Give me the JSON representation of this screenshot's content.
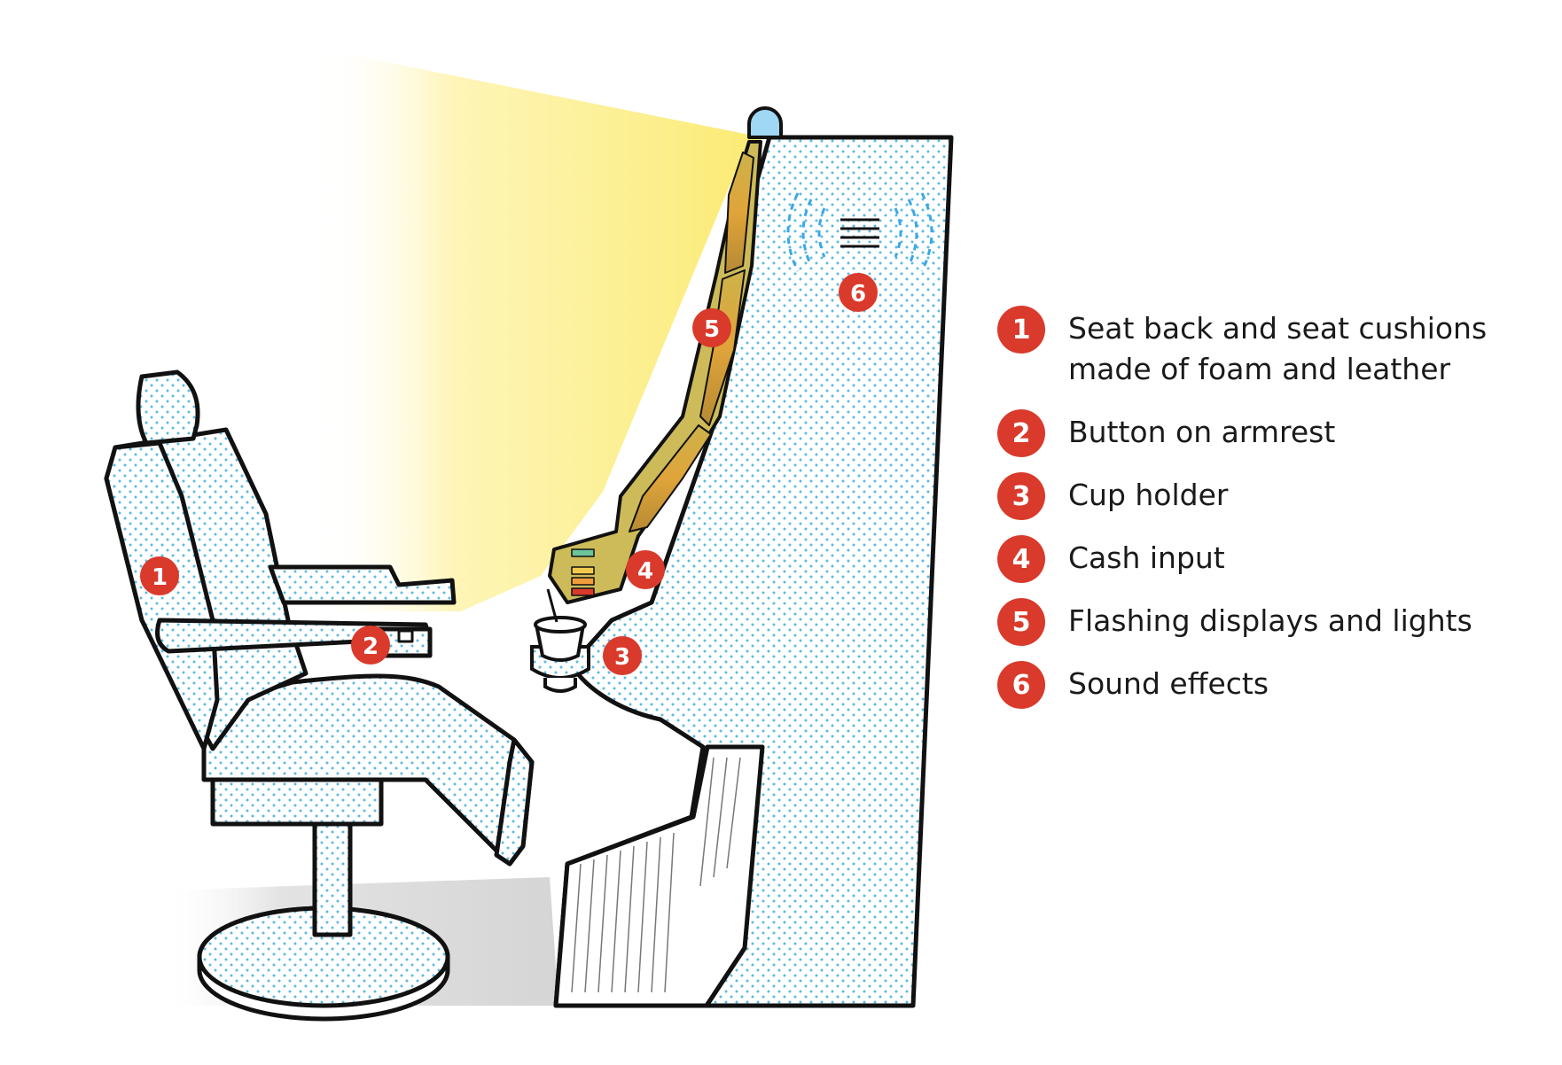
{
  "markers": [
    {
      "num": "1",
      "target": "seat back and cushions"
    },
    {
      "num": "2",
      "target": "armrest button"
    },
    {
      "num": "3",
      "target": "cup holder"
    },
    {
      "num": "4",
      "target": "cash input"
    },
    {
      "num": "5",
      "target": "displays"
    },
    {
      "num": "6",
      "target": "speaker"
    }
  ],
  "legend": [
    {
      "num": "1",
      "text": "Seat back and seat cushions made of foam and leather"
    },
    {
      "num": "2",
      "text": "Button on armrest"
    },
    {
      "num": "3",
      "text": "Cup holder"
    },
    {
      "num": "4",
      "text": "Cash input"
    },
    {
      "num": "5",
      "text": "Flashing displays and lights"
    },
    {
      "num": "6",
      "text": "Sound effects"
    }
  ],
  "colors": {
    "marker": "#d93a2b",
    "dots": "#5bbbe0",
    "light": "#fbe96a",
    "sound": "#3aa7e6",
    "outline": "#111111"
  }
}
